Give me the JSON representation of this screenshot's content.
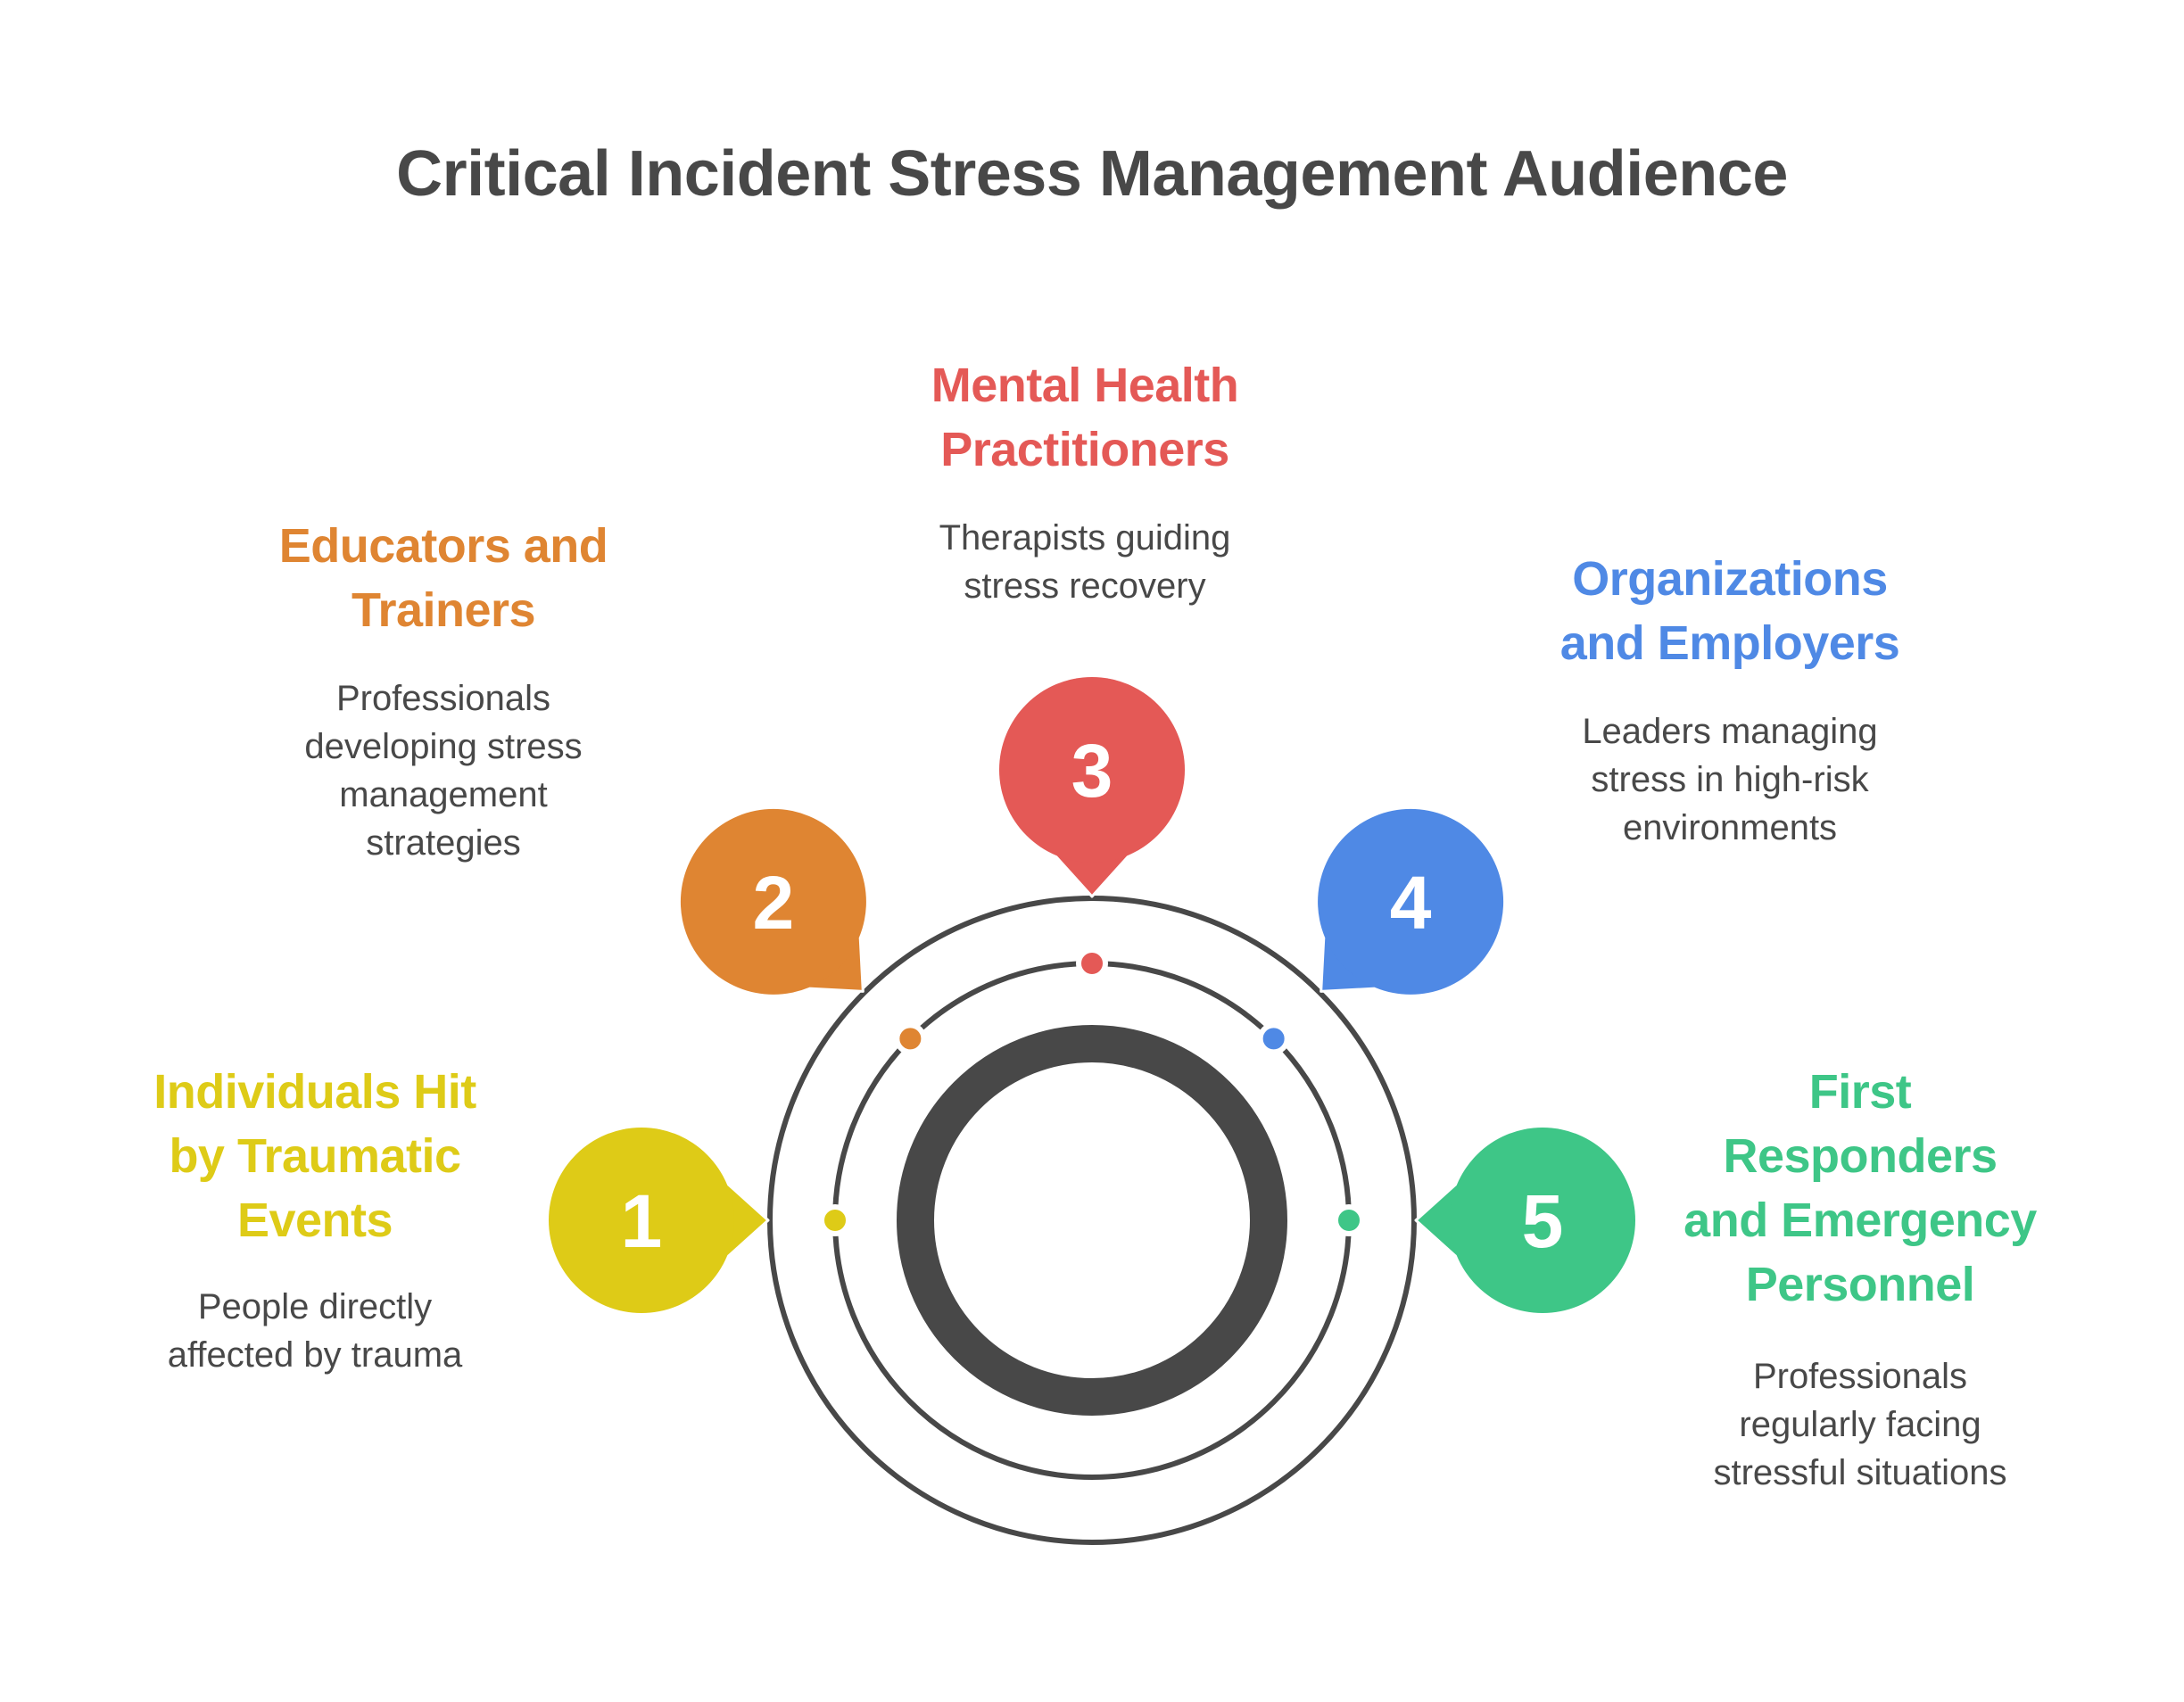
{
  "title": "Critical Incident Stress Management Audience",
  "colors": {
    "ring": "#484848",
    "text": "#484848",
    "background": "#ffffff"
  },
  "items": [
    {
      "number": "1",
      "heading_lines": [
        "Individuals Hit",
        "by Traumatic",
        "Events"
      ],
      "description_lines": [
        "People directly",
        "affected by trauma"
      ],
      "color": "#DECB17",
      "icon": "speech-bubble-marker"
    },
    {
      "number": "2",
      "heading_lines": [
        "Educators and",
        "Trainers"
      ],
      "description_lines": [
        "Professionals",
        "developing stress",
        "management",
        "strategies"
      ],
      "color": "#DF8532",
      "icon": "speech-bubble-marker"
    },
    {
      "number": "3",
      "heading_lines": [
        "Mental Health",
        "Practitioners"
      ],
      "description_lines": [
        "Therapists guiding",
        "stress recovery"
      ],
      "color": "#E45956",
      "icon": "speech-bubble-marker"
    },
    {
      "number": "4",
      "heading_lines": [
        "Organizations",
        "and Employers"
      ],
      "description_lines": [
        "Leaders managing",
        "stress in high-risk",
        "environments"
      ],
      "color": "#4F89E5",
      "icon": "speech-bubble-marker"
    },
    {
      "number": "5",
      "heading_lines": [
        "First",
        "Responders",
        "and Emergency",
        "Personnel"
      ],
      "description_lines": [
        "Professionals",
        "regularly facing",
        "stressful situations"
      ],
      "color": "#3EC687",
      "icon": "speech-bubble-marker"
    }
  ]
}
